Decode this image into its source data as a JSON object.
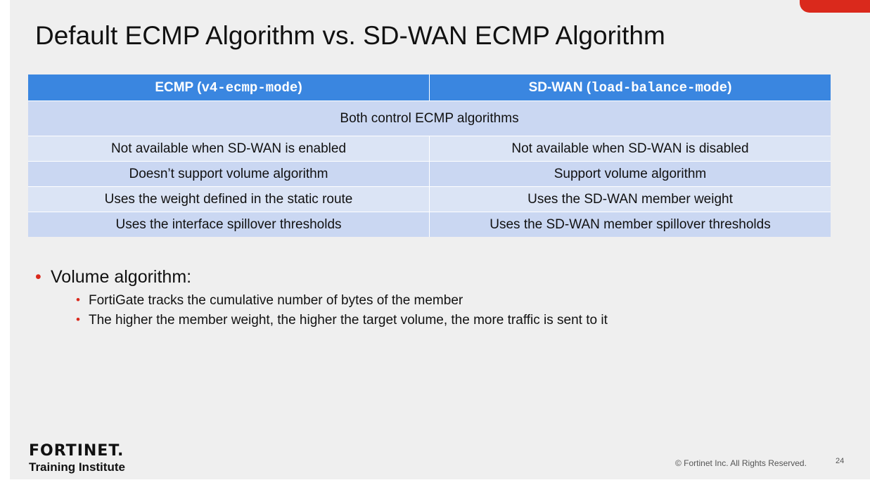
{
  "slide": {
    "title": "Default ECMP Algorithm vs. SD-WAN ECMP Algorithm"
  },
  "table": {
    "header": [
      {
        "prefix": "ECMP (",
        "code": "v4-ecmp-mode",
        "suffix": ")"
      },
      {
        "prefix": "SD-WAN (",
        "code": "load-balance-mode",
        "suffix": ")"
      }
    ],
    "span_row": "Both control ECMP algorithms",
    "rows": [
      [
        "Not available when SD-WAN is enabled",
        "Not available when SD-WAN is disabled"
      ],
      [
        "Doesn’t support volume algorithm",
        "Support volume algorithm"
      ],
      [
        "Uses the weight defined in the static route",
        "Uses the SD-WAN member weight"
      ],
      [
        "Uses the interface spillover thresholds",
        "Uses the SD-WAN member spillover thresholds"
      ]
    ]
  },
  "bullets": {
    "main": "Volume algorithm:",
    "sub": [
      "FortiGate tracks the cumulative number of bytes of the member",
      "The higher the member weight, the higher the target volume, the more traffic is sent to it"
    ]
  },
  "footer": {
    "logo_text": "FORTINET.",
    "logo_subtitle": "Training Institute",
    "copyright": "© Fortinet Inc. All Rights Reserved.",
    "page_number": "24"
  },
  "colors": {
    "accent_red": "#da291c",
    "header_blue": "#3a86e0",
    "row_light": "#dbe4f5",
    "row_dark": "#cad7f2",
    "background": "#efefef"
  }
}
